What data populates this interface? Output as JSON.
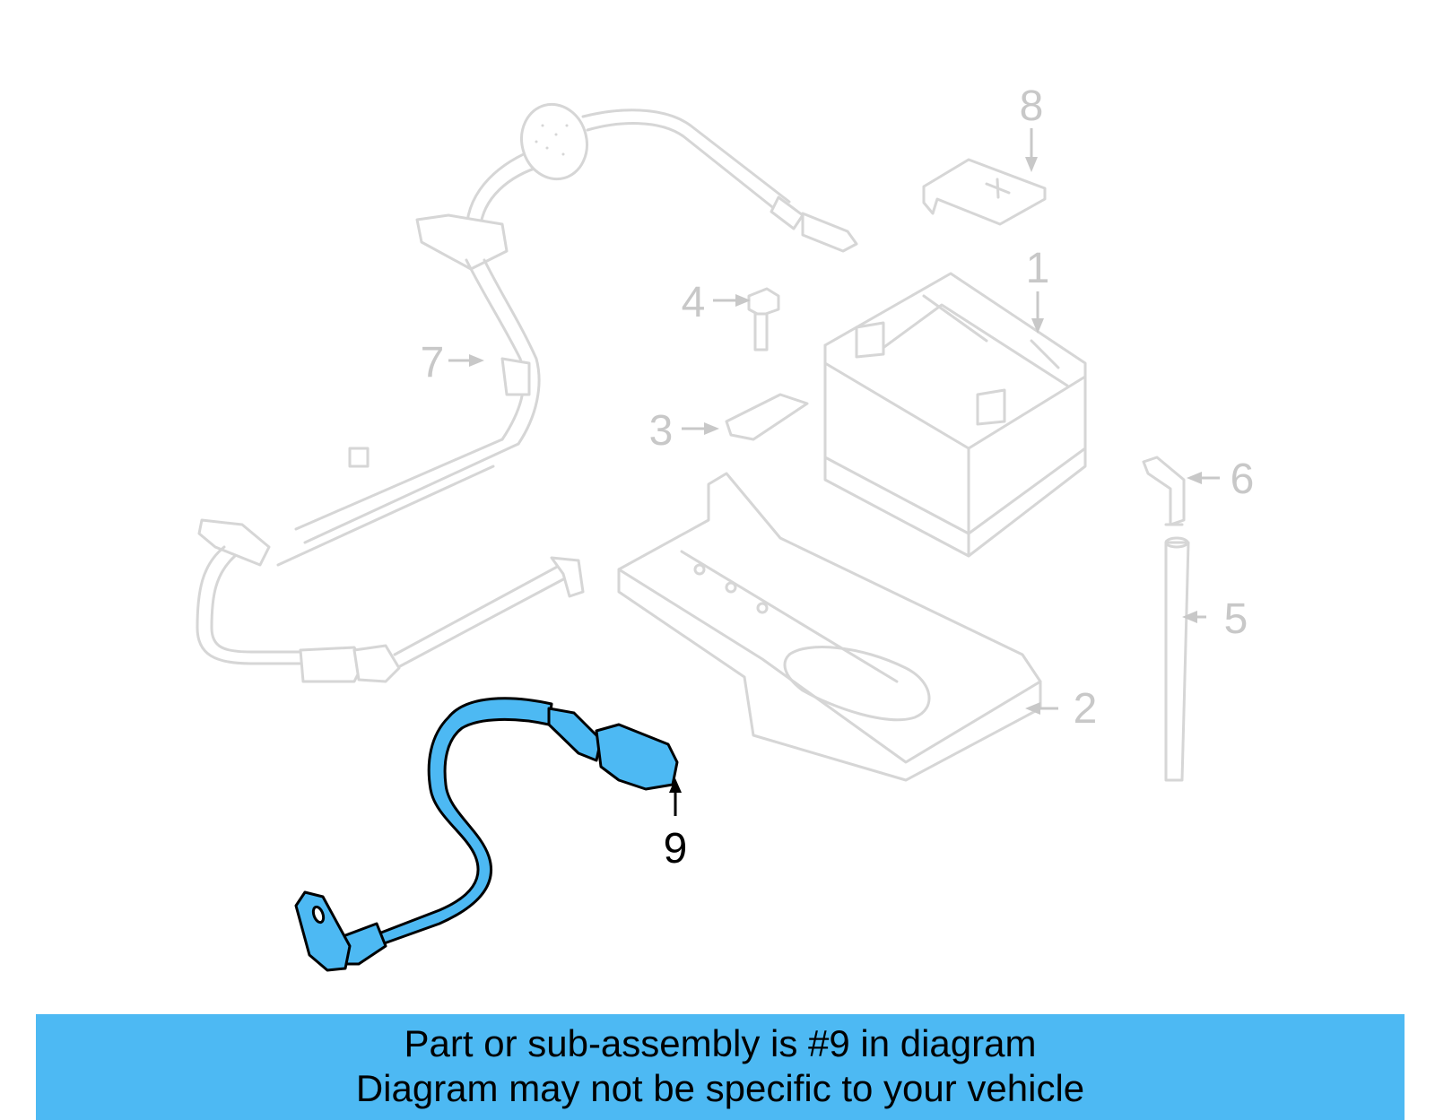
{
  "diagram": {
    "callouts": [
      {
        "id": "1",
        "label": "1"
      },
      {
        "id": "2",
        "label": "2"
      },
      {
        "id": "3",
        "label": "3"
      },
      {
        "id": "4",
        "label": "4"
      },
      {
        "id": "5",
        "label": "5"
      },
      {
        "id": "6",
        "label": "6"
      },
      {
        "id": "7",
        "label": "7"
      },
      {
        "id": "8",
        "label": "8"
      },
      {
        "id": "9",
        "label": "9"
      }
    ],
    "highlighted_part": "9",
    "colors": {
      "highlight": "#4db9f3",
      "ghost_lines": "#d6d6d6",
      "ghost_text": "#c8c8c8",
      "banner": "#4db9f3"
    }
  },
  "caption": {
    "line1": "Part or sub-assembly is #9 in diagram",
    "line2": "Diagram may not be specific to your vehicle"
  }
}
